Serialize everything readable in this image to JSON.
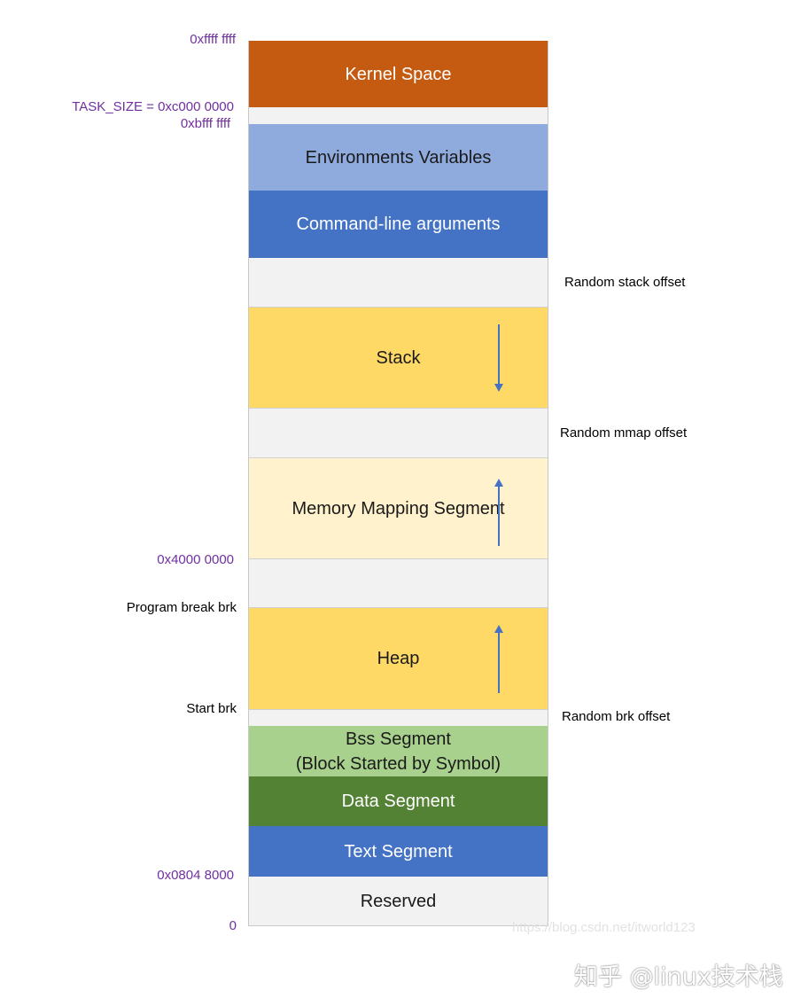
{
  "segments": [
    {
      "label": "Kernel Space",
      "color": "#c55a11"
    },
    {
      "label": "",
      "color": "#f2f2f2"
    },
    {
      "label": "Environments Variables",
      "color": "#8faadc"
    },
    {
      "label": "Command-line arguments",
      "color": "#4472c4"
    },
    {
      "label": "",
      "color": "#f2f2f2"
    },
    {
      "label": "Stack",
      "color": "#ffd966"
    },
    {
      "label": "",
      "color": "#f2f2f2"
    },
    {
      "label": "Memory Mapping Segment",
      "color": "#fff2cc"
    },
    {
      "label": "",
      "color": "#f2f2f2"
    },
    {
      "label": "Heap",
      "color": "#ffd966"
    },
    {
      "label": "",
      "color": "#f2f2f2"
    },
    {
      "label": "Bss Segment\n(Block Started by Symbol)",
      "color": "#a9d18e"
    },
    {
      "label": "Data Segment",
      "color": "#548235"
    },
    {
      "label": "Text Segment",
      "color": "#4472c4"
    },
    {
      "label": "Reserved",
      "color": "#f2f2f2"
    }
  ],
  "addresses": {
    "top": "0xffff ffff",
    "task_size": "TASK_SIZE = 0xc000 0000",
    "below_task": "0xbfff ffff",
    "mmap_base": "0x4000 0000",
    "text_start": "0x0804 8000",
    "zero": "0"
  },
  "left_labels": {
    "program_break": "Program break brk",
    "start_brk": "Start brk"
  },
  "right_labels": {
    "random_stack": "Random stack offset",
    "random_mmap": "Random mmap offset",
    "random_brk": "Random brk offset"
  },
  "arrows": {
    "stack": "down",
    "mmap": "up",
    "heap": "up"
  },
  "watermark": "https://blog.csdn.net/itworld123",
  "brand": "知乎 @linux技术栈",
  "colors": {
    "address_text": "#7030a0",
    "arrow": "#4472c4"
  }
}
